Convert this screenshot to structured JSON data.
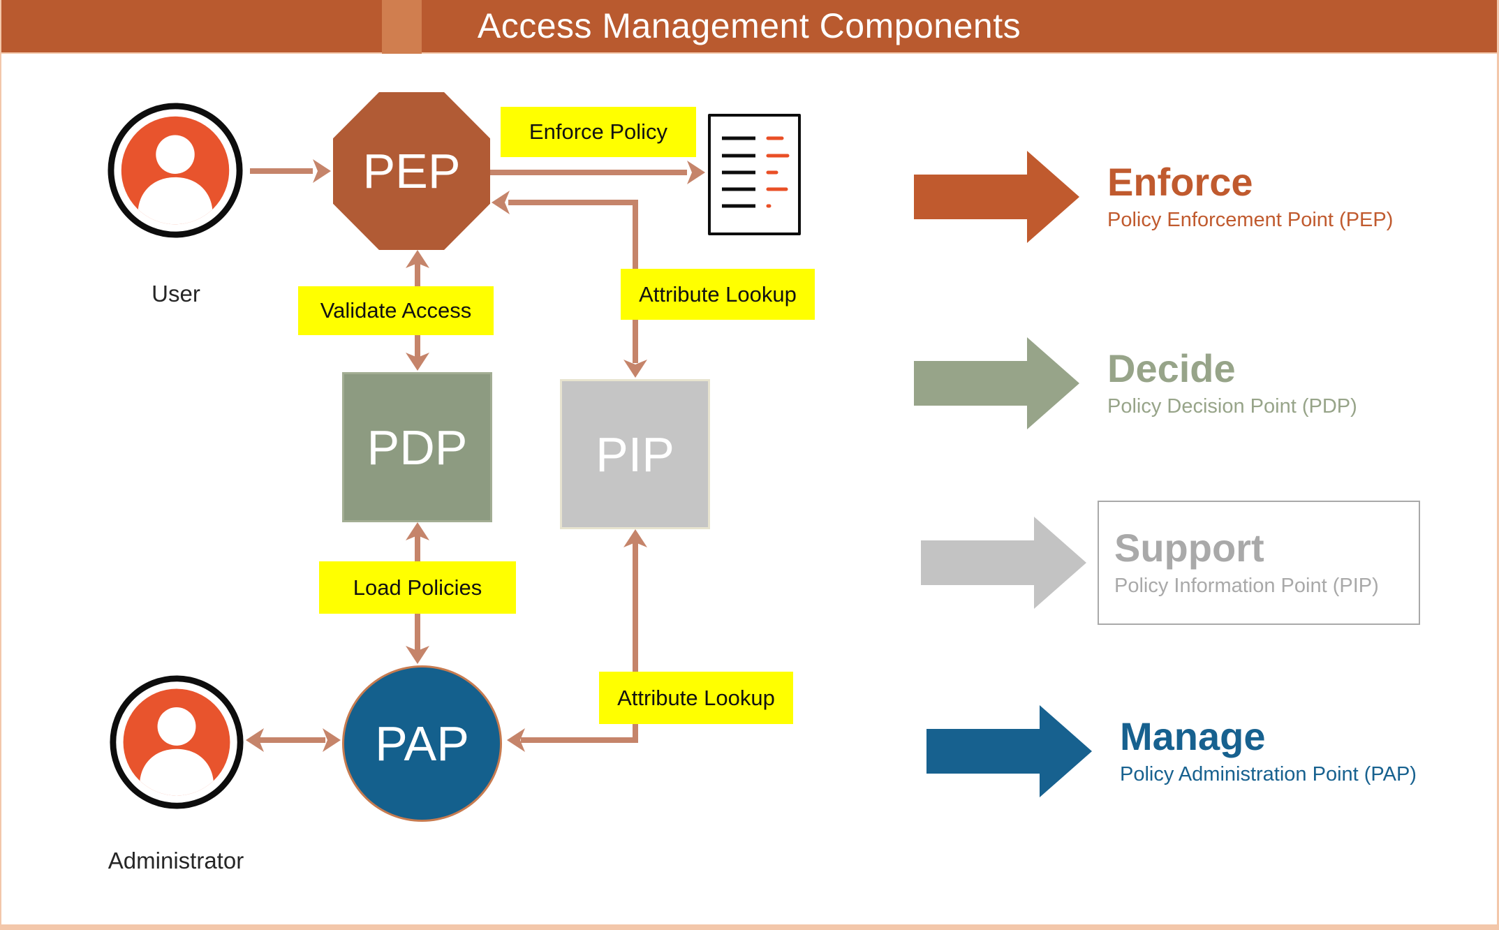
{
  "banner": {
    "title": "Access Management Components"
  },
  "actors": {
    "user": {
      "label": "User"
    },
    "admin": {
      "label": "Administrator"
    }
  },
  "nodes": {
    "pep": {
      "label": "PEP"
    },
    "pdp": {
      "label": "PDP"
    },
    "pip": {
      "label": "PIP"
    },
    "pap": {
      "label": "PAP"
    }
  },
  "flow_labels": {
    "enforce_policy": "Enforce Policy",
    "validate_access": "Validate Access",
    "attribute_lookup_top": "Attribute Lookup",
    "load_policies": "Load Policies",
    "attribute_lookup_bottom": "Attribute Lookup"
  },
  "legend": {
    "enforce": {
      "title": "Enforce",
      "subtitle": "Policy Enforcement Point (PEP)"
    },
    "decide": {
      "title": "Decide",
      "subtitle": "Policy Decision Point (PDP)"
    },
    "support": {
      "title": "Support",
      "subtitle": "Policy Information Point (PIP)"
    },
    "manage": {
      "title": "Manage",
      "subtitle": "Policy Administration Point (PAP)"
    }
  },
  "colors": {
    "banner": "#B95A2F",
    "banner-accent": "#D07E4F",
    "frame": "#F3C7AA",
    "pep": "#B15B35",
    "pdp": "#8D9B81",
    "pdp-border": "#A2AD93",
    "pip": "#C5C5C5",
    "pip-border": "#E7E3CF",
    "pap": "#14608D",
    "pap-border": "#C77B50",
    "actor-orange": "#E8542D",
    "connector": "#C5846A",
    "label-yellow": "#FFFF00",
    "doc-accent": "#E94F26",
    "c-enforce": "#C05A2E",
    "c-decide": "#97A489",
    "c-support": "#A9A9A9",
    "c-support-arrow": "#C3C3C3",
    "c-manage": "#17618F"
  }
}
